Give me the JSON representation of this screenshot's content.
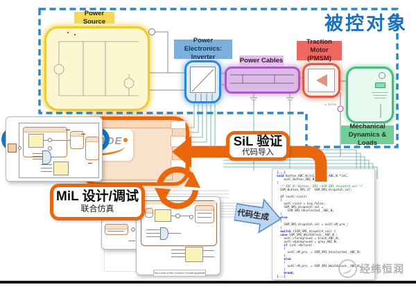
{
  "colors": {
    "accent_orange": "#ea660c",
    "dashed_border_blue": "#2a87c8",
    "title_blue": "#1c70c0",
    "signal_teal": "#53aaa4",
    "signal_magenta": "#e83e8c"
  },
  "plant": {
    "title": "被控对象",
    "power_source": {
      "label": "Power Source"
    },
    "inverter": {
      "label_l1": "Power Electronics:",
      "label_l2": "Inverter"
    },
    "cables": {
      "label": "Power Cables"
    },
    "motor": {
      "label_l1": "Traction Motor",
      "label_l2": "(PMSM)"
    },
    "mechanical": {
      "label_l1": "Mechanical",
      "label_l2": "Dynamics & Loads"
    },
    "w_rotm_label": "w_ROTM"
  },
  "callouts": {
    "sil": {
      "title": "SiL 验证",
      "subtitle": "代码导入"
    },
    "mil": {
      "title": "MiL 设计/调试",
      "subtitle": "联合仿真"
    },
    "codegen": "代码生成"
  },
  "scade_logo": "SCADE",
  "model_caption": "Top Level of the Chosen Control application",
  "watermark": "经纬恒润",
  "code_panel": {
    "lines": [
      "[...]",
      "void Button_ABC_N(inC_Button_ABC_N *inC,",
      "    outC_Button_ABC_N *outC)",
      "{",
      "  /* ABC_N::Button::SM1::SSM_SM1_dispatch_sel */",
      "  SSM_Button_SM1_ST  SSM_SM1_dispatch_sel;",
      "",
      "  if (outC->init)",
      "  {",
      "    outC->init = kcg_false;",
      "    SSM_SM1_dispatch_sel =",
      "      SSM_SM1_Unselected__ABC_N;",
      "  }",
      "  else",
      "  {",
      "    SSM_SM1_dispatch_sel = outC->M_pre_;",
      "  }",
      "  switch (SSM_SM1_dispatch_sel) {",
      "  case SSM_SM1_WaitUnlock__ABC_N :",
      "    outC->foreground = black_ABC_N;",
      "    outC->background = grey_ABC_N;",
      "    if (inC->Unlock)",
      "    {",
      "      outC->M_pre_ = SSM_SM1_Unselected__ABC_N;",
      "    }",
      "    else",
      "    {",
      "      outC->M_pre_ = SSM_SM1_WaitUnlock__ABC_N;",
      "    }",
      "    break;",
      "[...]"
    ]
  }
}
